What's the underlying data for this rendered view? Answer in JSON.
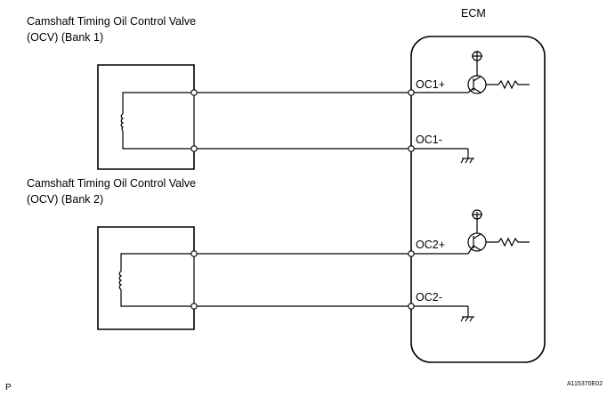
{
  "title_bank1_line1": "Camshaft Timing Oil Control Valve",
  "title_bank1_line2": "(OCV) (Bank 1)",
  "title_bank2_line1": "Camshaft Timing Oil Control Valve",
  "title_bank2_line2": "(OCV) (Bank 2)",
  "ecm_label": "ECM",
  "terminals": {
    "oc1_plus": "OC1+",
    "oc1_minus": "OC1-",
    "oc2_plus": "OC2+",
    "oc2_minus": "OC2-"
  },
  "footer": {
    "page_letter": "P",
    "figure_code": "A115370E02"
  }
}
